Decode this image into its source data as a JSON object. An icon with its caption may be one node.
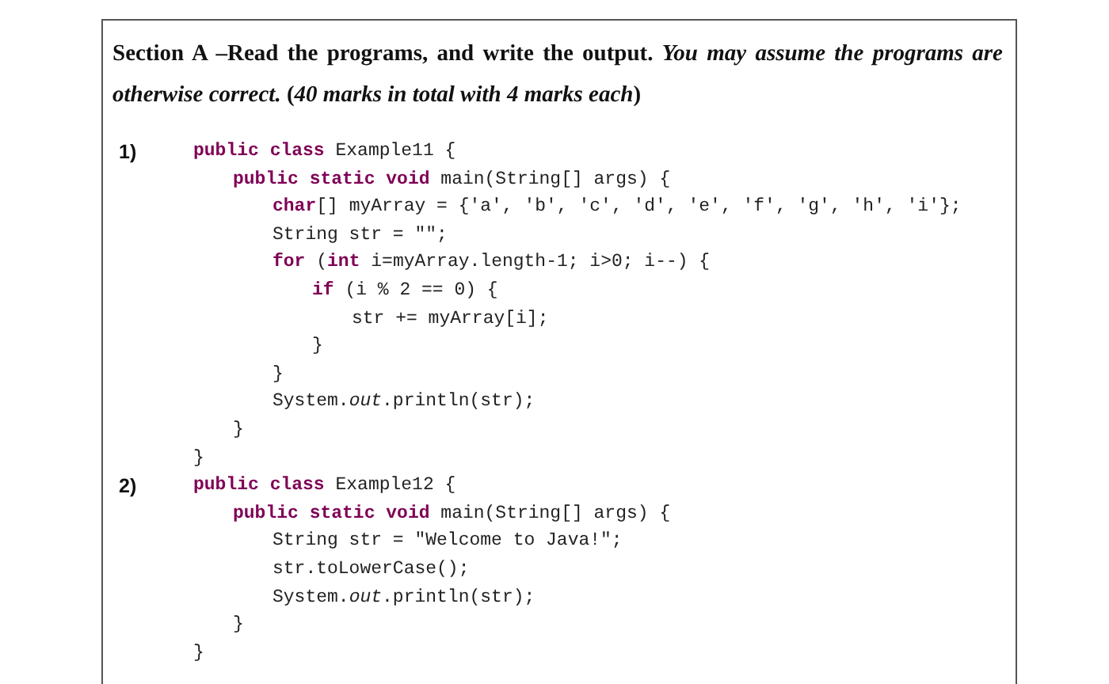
{
  "diagram": {
    "labels": [
      "Section A –Read the programs, and write the output. *You may assume the programs are otherwise correct.* (*40 marks in total with 4 marks each*)",
      "1)",
      "**public** **class** Example11 {",
      "**public** **static** **void** main(String[] args) {",
      "**char**[] myArray = {'a', 'b', 'c', 'd', 'e', 'f', 'g', 'h', 'i'};",
      "String str = \"\";",
      "**for** (**int** i=myArray.length-1; i>0; i--) {",
      "**if** (i % 2 == 0) {",
      "str += myArray[i];",
      "}",
      "}",
      "System.*out*.println(str);",
      "}",
      "}",
      "2)",
      "**public** **class** Example12 {",
      "**public** **static** **void** main(String[] args) {",
      "String str = \"Welcome to Java!\";",
      "str.toLowerCase();",
      "System.*out*.println(str);",
      "}",
      "}"
    ]
  }
}
